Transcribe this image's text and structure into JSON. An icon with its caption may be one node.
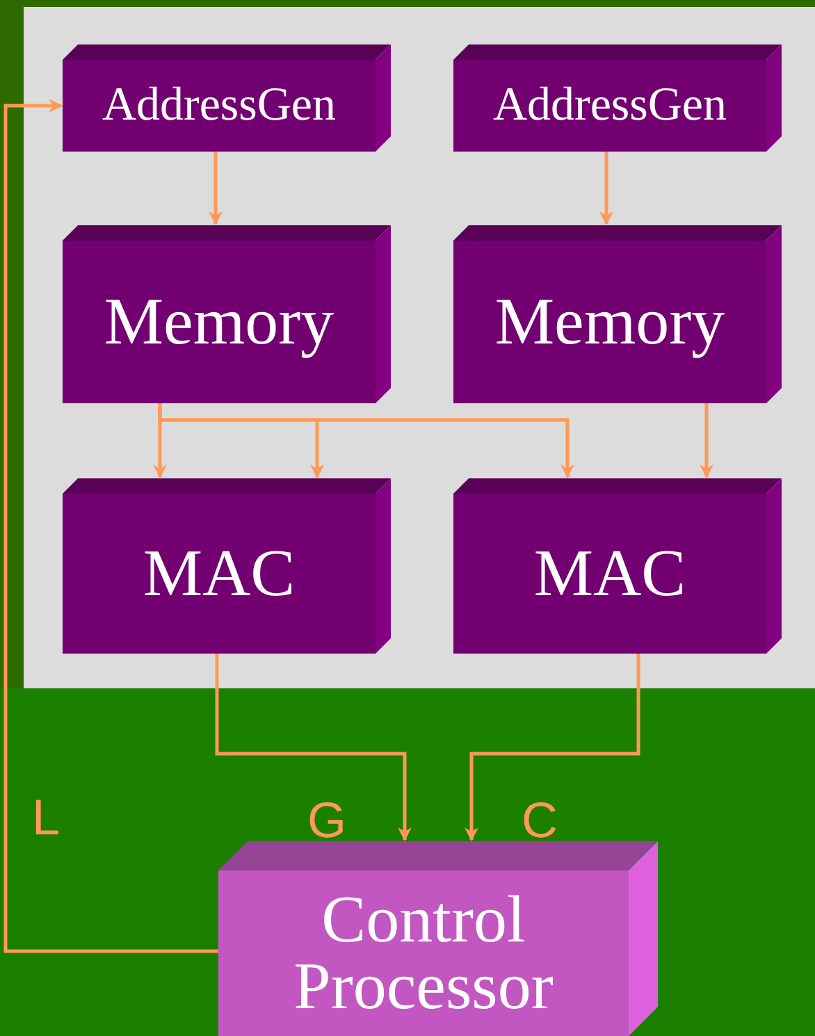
{
  "diagram": {
    "nodes": [
      {
        "text": [],
        "shape": "box"
      },
      {
        "text": [
          "AddressGen"
        ],
        "in": 0
      },
      {
        "text": [
          "AddressGen"
        ],
        "in": 0
      },
      {
        "text": [
          "Memory"
        ],
        "in": 0
      },
      {
        "text": [
          "Memory"
        ],
        "in": 0
      },
      {
        "text": [
          "MAC"
        ],
        "in": 0
      },
      {
        "text": [
          "MAC"
        ],
        "in": 0
      },
      {
        "text": [
          "Control Processor"
        ]
      }
    ],
    "edges": [
      {
        "from": 1,
        "to": 3,
        "arrow": "to"
      },
      {
        "from": 2,
        "to": 4,
        "arrow": "to"
      },
      {
        "from": 3,
        "to": 5,
        "arrow": "to"
      },
      {
        "from": 3,
        "to": 5,
        "arrow": "to"
      },
      {
        "from": 3,
        "to": 6,
        "arrow": "to"
      },
      {
        "from": 4,
        "to": 6,
        "arrow": "to"
      },
      {
        "from": 5,
        "to": 7,
        "arrow": "to",
        "label": "G"
      },
      {
        "from": 6,
        "to": 7,
        "arrow": "to",
        "label": "C"
      },
      {
        "from": 7,
        "to": 1,
        "arrow": "to",
        "label": "L"
      }
    ]
  }
}
